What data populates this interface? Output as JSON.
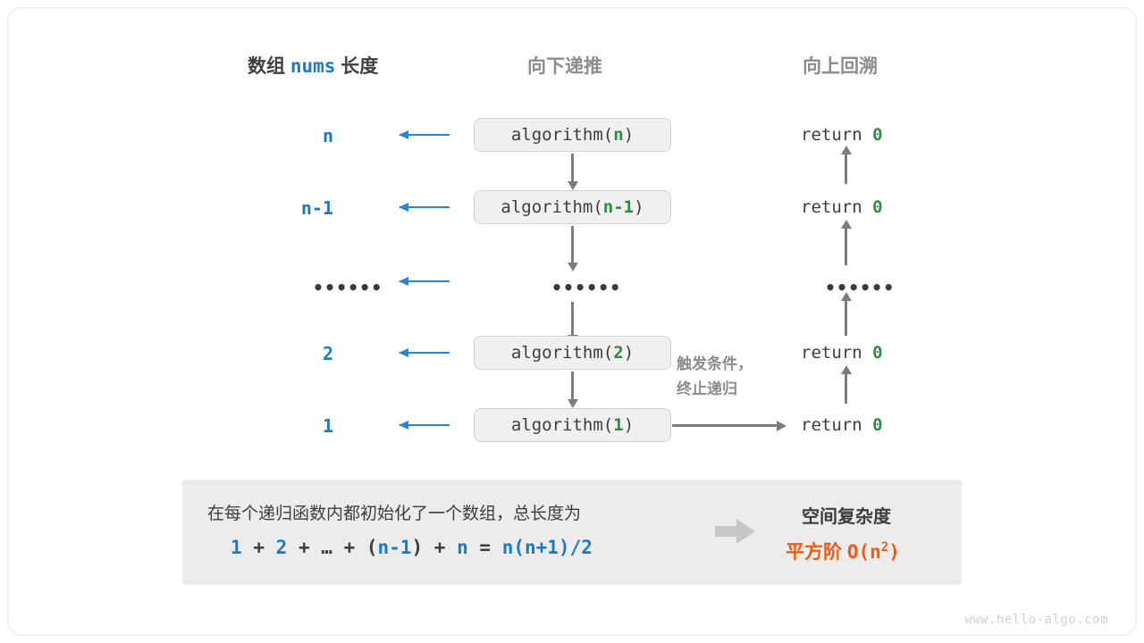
{
  "headers": {
    "left_prefix": "数组",
    "left_code": "nums",
    "left_suffix": "长度",
    "middle": "向下递推",
    "right": "向上回溯"
  },
  "rows": [
    {
      "length": "n",
      "call_prefix": "algorithm(",
      "call_arg": "n",
      "call_suffix": ")",
      "ret_text": "return",
      "ret_value": "0"
    },
    {
      "length": "n-1",
      "call_prefix": "algorithm(",
      "call_arg": "n-1",
      "call_suffix": ")",
      "ret_text": "return",
      "ret_value": "0"
    },
    {
      "length": "••••••",
      "call_prefix": "",
      "call_arg": "••••••",
      "call_suffix": "",
      "ret_text": "",
      "ret_value": "••••••"
    },
    {
      "length": "2",
      "call_prefix": "algorithm(",
      "call_arg": "2",
      "call_suffix": ")",
      "ret_text": "return",
      "ret_value": "0"
    },
    {
      "length": "1",
      "call_prefix": "algorithm(",
      "call_arg": "1",
      "call_suffix": ")",
      "ret_text": "return",
      "ret_value": "0"
    }
  ],
  "note": {
    "line1": "触发条件，",
    "line2": "终止递归"
  },
  "panel": {
    "description": "在每个递归函数内都初始化了一个数组，总长度为",
    "formula": {
      "t1": "1",
      "o1": "+",
      "t2": "2",
      "o2": "+",
      "t3": "…",
      "o3": "+",
      "p_open": "(",
      "t4": "n-1",
      "p_close": ")",
      "o4": "+",
      "t5": "n",
      "eq": "=",
      "result": "n(n+1)/2"
    },
    "right_title": "空间复杂度",
    "right_label": "平方阶",
    "right_value_prefix": "O(n",
    "right_value_exp": "2",
    "right_value_suffix": ")"
  },
  "watermark": "www.hello-algo.com",
  "colors": {
    "blue": "#1a7ac6",
    "arrow_blue": "#2986d6",
    "green": "#2e8b46",
    "gray": "#7d7d7d",
    "orange": "#ef5a10",
    "panel_bg": "#ececec",
    "box_bg": "#f0f0f0"
  }
}
